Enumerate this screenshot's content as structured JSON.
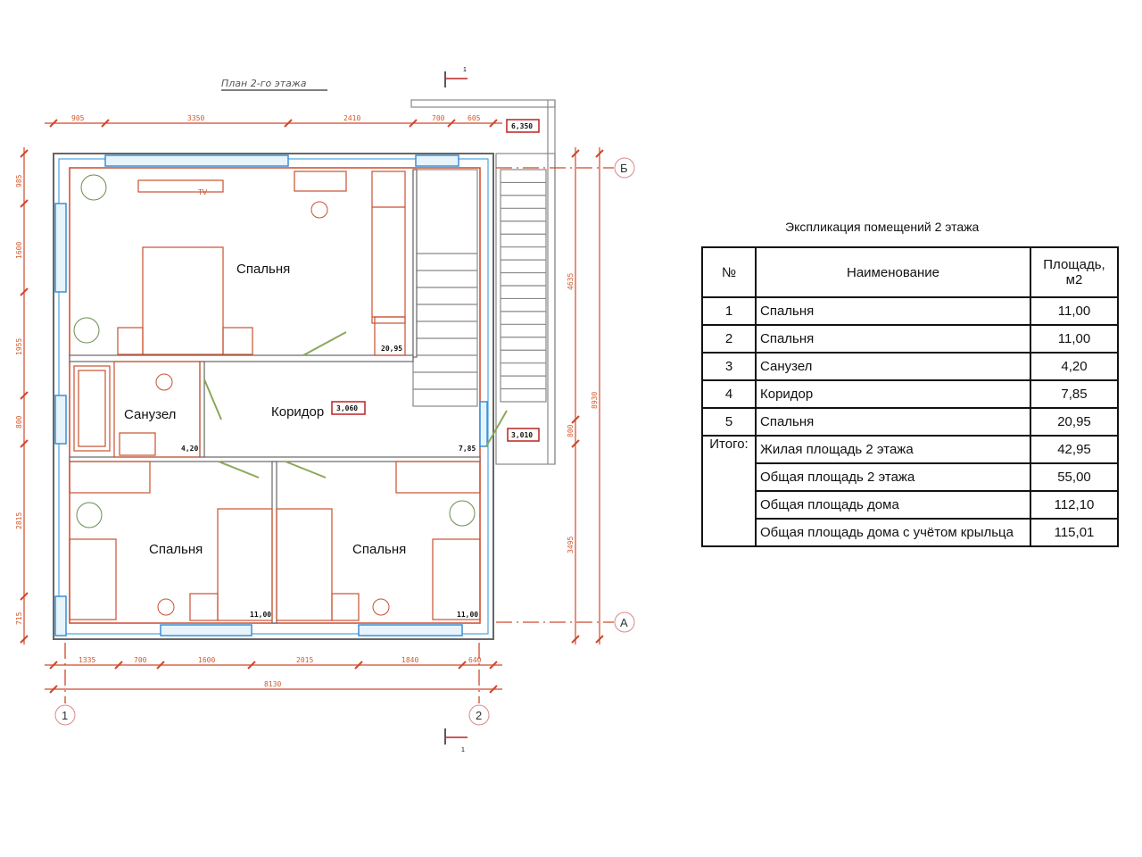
{
  "plan": {
    "title": "План 2-го этажа",
    "section_mark": "1",
    "top_dims": [
      "905",
      "3350",
      "2410",
      "700",
      "605"
    ],
    "level_top": "6,350",
    "left_dims": [
      "985",
      "1600",
      "1955",
      "800",
      "2815",
      "715"
    ],
    "right_dims": [
      "4635",
      "800",
      "3495"
    ],
    "right_total": "8930",
    "bottom_dims": [
      "1335",
      "700",
      "1600",
      "2015",
      "1840",
      "640"
    ],
    "bottom_total": "8130",
    "axes": {
      "b": "Б",
      "a": "А",
      "one": "1",
      "two": "2"
    },
    "rooms": {
      "bedroom_top": "Спальня",
      "bathroom": "Санузел",
      "corridor": "Коридор",
      "bedroom_left": "Спальня",
      "bedroom_right": "Спальня"
    },
    "areas": {
      "bedroom_top": "20,95",
      "bathroom": "4,20",
      "corridor": "7,85",
      "bedroom_left": "11,00",
      "bedroom_right": "11,00"
    },
    "levels": {
      "corridor": "3,060",
      "porch": "3,010"
    },
    "tv_label": "TV"
  },
  "table": {
    "title": "Экспликация помещений 2 этажа",
    "headers": [
      "№",
      "Наименование",
      "Площадь, м2"
    ],
    "rows": [
      {
        "no": "1",
        "name": "Спальня",
        "area": "11,00"
      },
      {
        "no": "2",
        "name": "Спальня",
        "area": "11,00"
      },
      {
        "no": "3",
        "name": "Санузел",
        "area": "4,20"
      },
      {
        "no": "4",
        "name": "Коридор",
        "area": "7,85"
      },
      {
        "no": "5",
        "name": "Спальня",
        "area": "20,95"
      }
    ],
    "totals_label": "Итого:",
    "totals": [
      {
        "name": "Жилая площадь 2 этажа",
        "area": "42,95"
      },
      {
        "name": "Общая площадь 2 этажа",
        "area": "55,00"
      },
      {
        "name": "Общая площадь дома",
        "area": "112,10"
      },
      {
        "name": "Общая площадь дома с учётом крыльца",
        "area": "115,01"
      }
    ]
  }
}
